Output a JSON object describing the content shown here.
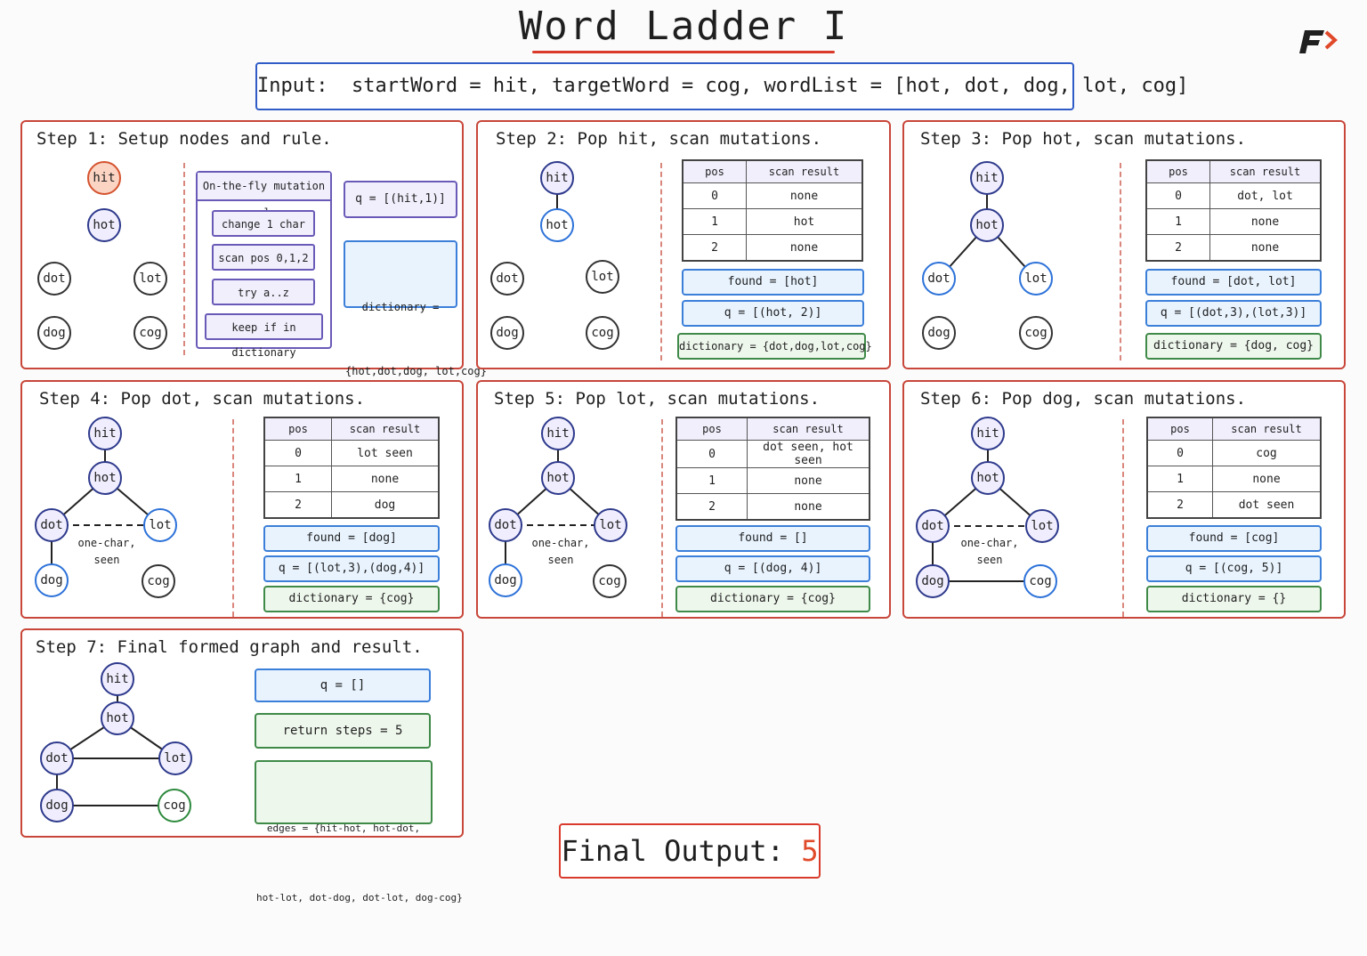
{
  "title": "Word Ladder I",
  "input": "Input:  startWord = hit, targetWord = cog, wordList = [hot, dot, dog, lot, cog]",
  "steps": {
    "s1": {
      "title": "Step 1: Setup nodes and rule.",
      "nodes": [
        "hit",
        "hot",
        "dot",
        "lot",
        "dog",
        "cog"
      ],
      "rule_title": "On-the-fly mutation rule",
      "rules": [
        "change 1 char",
        "scan pos 0,1,2",
        "try a..z",
        "keep if in dictionary"
      ],
      "queue": "q = [(hit,1)]",
      "dict_label": "dictionary =",
      "dict_value": "{hot,dot,dog, lot,cog}"
    },
    "s2": {
      "title": "Step 2: Pop hit, scan mutations.",
      "nodes": [
        "hit",
        "hot",
        "dot",
        "lot",
        "dog",
        "cog"
      ],
      "table_headers": [
        "pos",
        "scan result"
      ],
      "rows": [
        [
          "0",
          "none"
        ],
        [
          "1",
          "hot"
        ],
        [
          "2",
          "none"
        ]
      ],
      "found": "found = [hot]",
      "queue": "q = [(hot, 2)]",
      "dictionary": "dictionary = {dot,dog,lot,cog}"
    },
    "s3": {
      "title": "Step 3: Pop hot, scan mutations.",
      "nodes": [
        "hit",
        "hot",
        "dot",
        "lot",
        "dog",
        "cog"
      ],
      "table_headers": [
        "pos",
        "scan result"
      ],
      "rows": [
        [
          "0",
          "dot, lot"
        ],
        [
          "1",
          "none"
        ],
        [
          "2",
          "none"
        ]
      ],
      "found": "found = [dot, lot]",
      "queue": "q = [(dot,3),(lot,3)]",
      "dictionary": "dictionary = {dog, cog}"
    },
    "s4": {
      "title": "Step 4: Pop dot, scan mutations.",
      "nodes": [
        "hit",
        "hot",
        "dot",
        "lot",
        "dog",
        "cog"
      ],
      "note": "one-char,\nseen",
      "table_headers": [
        "pos",
        "scan result"
      ],
      "rows": [
        [
          "0",
          "lot seen"
        ],
        [
          "1",
          "none"
        ],
        [
          "2",
          "dog"
        ]
      ],
      "found": "found = [dog]",
      "queue": "q = [(lot,3),(dog,4)]",
      "dictionary": "dictionary = {cog}"
    },
    "s5": {
      "title": "Step 5: Pop lot, scan mutations.",
      "nodes": [
        "hit",
        "hot",
        "dot",
        "lot",
        "dog",
        "cog"
      ],
      "note": "one-char,\nseen",
      "table_headers": [
        "pos",
        "scan result"
      ],
      "rows": [
        [
          "0",
          "dot seen, hot seen"
        ],
        [
          "1",
          "none"
        ],
        [
          "2",
          "none"
        ]
      ],
      "found": "found = []",
      "queue": "q = [(dog, 4)]",
      "dictionary": "dictionary = {cog}"
    },
    "s6": {
      "title": "Step 6: Pop dog, scan mutations.",
      "nodes": [
        "hit",
        "hot",
        "dot",
        "lot",
        "dog",
        "cog"
      ],
      "note": "one-char,\nseen",
      "table_headers": [
        "pos",
        "scan result"
      ],
      "rows": [
        [
          "0",
          "cog"
        ],
        [
          "1",
          "none"
        ],
        [
          "2",
          "dot seen"
        ]
      ],
      "found": "found = [cog]",
      "queue": "q = [(cog, 5)]",
      "dictionary": "dictionary = {}"
    },
    "s7": {
      "title": "Step 7: Final formed graph and result.",
      "nodes": [
        "hit",
        "hot",
        "dot",
        "lot",
        "dog",
        "cog"
      ],
      "queue": "q = []",
      "return": "return steps = 5",
      "edges_line1": "edges = {hit-hot, hot-dot,",
      "edges_line2": "hot-lot, dot-dog, dot-lot, dog-cog}"
    }
  },
  "final_label": "Final Output:",
  "final_value": "5",
  "colors": {
    "accent_red": "#d93a2b",
    "panel_border": "#c8463a",
    "input_border": "#2f5cc7",
    "queue_blue": "#3c7fd9",
    "dict_green": "#3f8a48",
    "node_purple": "#2e3a8c"
  }
}
